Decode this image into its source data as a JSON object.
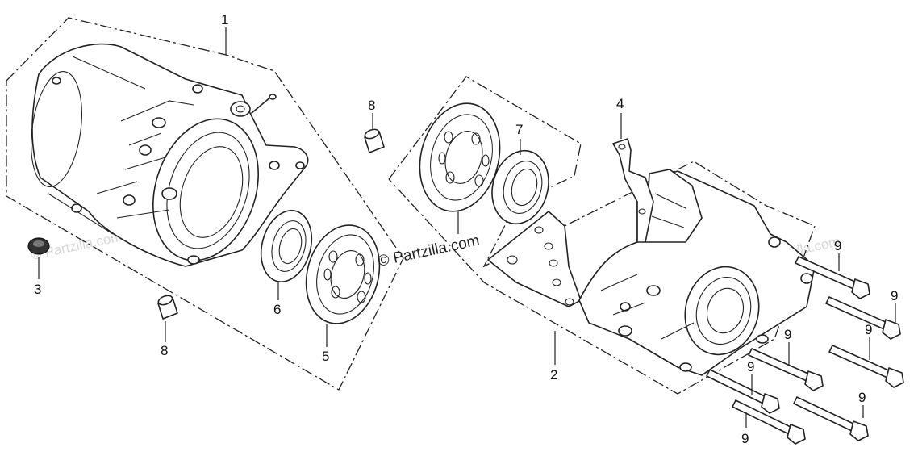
{
  "diagram": {
    "callouts": [
      {
        "id": "c1",
        "label": "1"
      },
      {
        "id": "c2",
        "label": "2"
      },
      {
        "id": "c3",
        "label": "3"
      },
      {
        "id": "c4",
        "label": "4"
      },
      {
        "id": "c5",
        "label": "5"
      },
      {
        "id": "c6",
        "label": "6"
      },
      {
        "id": "c7",
        "label": "7"
      },
      {
        "id": "c8a",
        "label": "8"
      },
      {
        "id": "c8b",
        "label": "8"
      },
      {
        "id": "c9a",
        "label": "9"
      },
      {
        "id": "c9b",
        "label": "9"
      },
      {
        "id": "c9c",
        "label": "9"
      },
      {
        "id": "c9d",
        "label": "9"
      },
      {
        "id": "c9e",
        "label": "9"
      },
      {
        "id": "c9f",
        "label": "9"
      },
      {
        "id": "c9g",
        "label": "9"
      }
    ],
    "copyright": "© Partzilla.com",
    "watermark": "© Partzilla.com"
  }
}
